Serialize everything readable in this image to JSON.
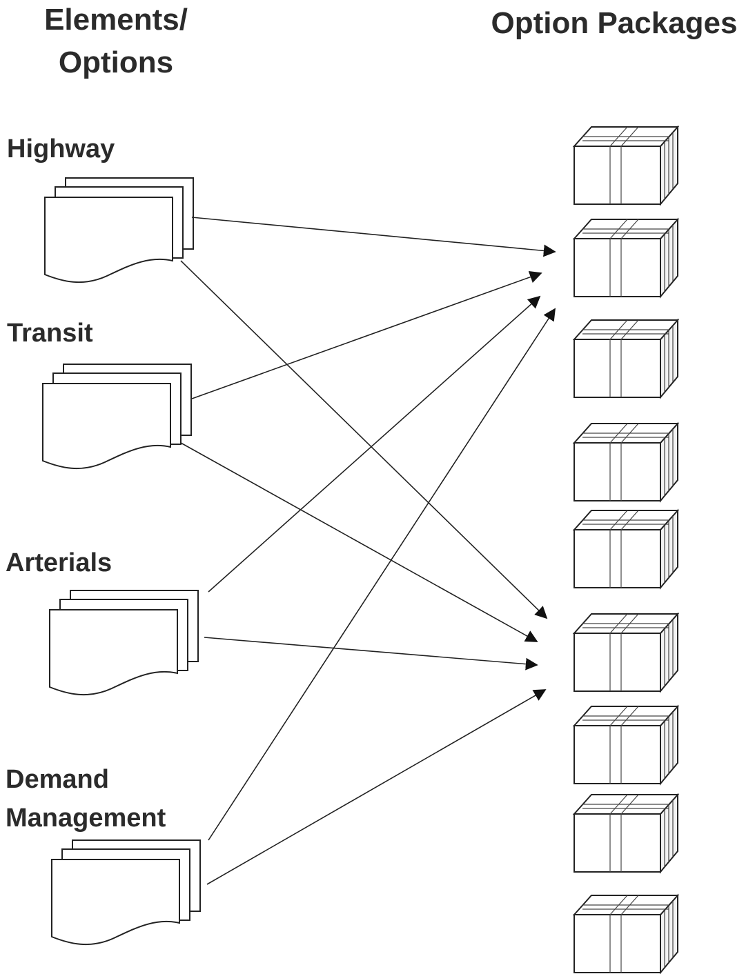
{
  "headings": {
    "elements_line1": "Elements/",
    "elements_line2": "Options",
    "packages": "Option Packages"
  },
  "elements": [
    {
      "id": "highway",
      "label_lines": [
        "Highway"
      ]
    },
    {
      "id": "transit",
      "label_lines": [
        "Transit"
      ]
    },
    {
      "id": "arterials",
      "label_lines": [
        "Arterials"
      ]
    },
    {
      "id": "demand-management",
      "label_lines": [
        "Demand",
        "Management"
      ]
    }
  ],
  "package_count": 9,
  "connections": [
    {
      "from": "highway",
      "to_package": 2
    },
    {
      "from": "highway",
      "to_package": 6
    },
    {
      "from": "transit",
      "to_package": 2
    },
    {
      "from": "transit",
      "to_package": 6
    },
    {
      "from": "arterials",
      "to_package": 2
    },
    {
      "from": "arterials",
      "to_package": 6
    },
    {
      "from": "demand-management",
      "to_package": 2
    },
    {
      "from": "demand-management",
      "to_package": 6
    }
  ]
}
